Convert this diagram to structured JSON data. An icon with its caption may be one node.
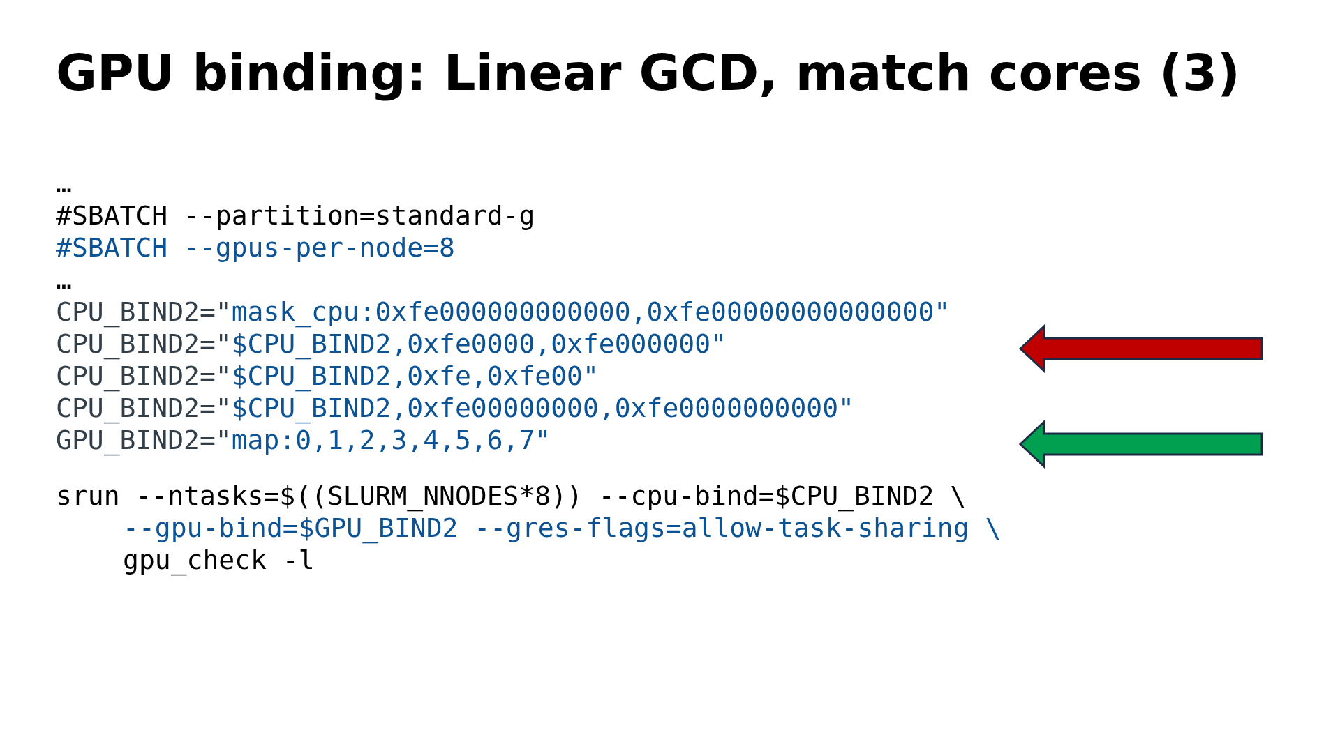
{
  "diagram": {
    "title": "GPU binding: Linear GCD, match cores (3)",
    "labels": [
      "…",
      "#SBATCH --partition=standard-g",
      "#SBATCH --gpus-per-node=8",
      "…",
      "CPU_BIND2=\"mask_cpu:0xfe000000000000,0xfe00000000000000\"",
      "CPU_BIND2=\"$CPU_BIND2,0xfe0000,0xfe000000\"",
      "CPU_BIND2=\"$CPU_BIND2,0xfe,0xfe00\"",
      "CPU_BIND2=\"$CPU_BIND2,0xfe00000000,0xfe0000000000\"",
      "GPU_BIND2=\"map:0,1,2,3,4,5,6,7\"",
      "srun --ntasks=$((SLURM_NNODES*8)) --cpu-bind=$CPU_BIND2 \\",
      "--gpu-bind=$GPU_BIND2 --gres-flags=allow-task-sharing \\",
      "gpu_check -l"
    ]
  }
}
